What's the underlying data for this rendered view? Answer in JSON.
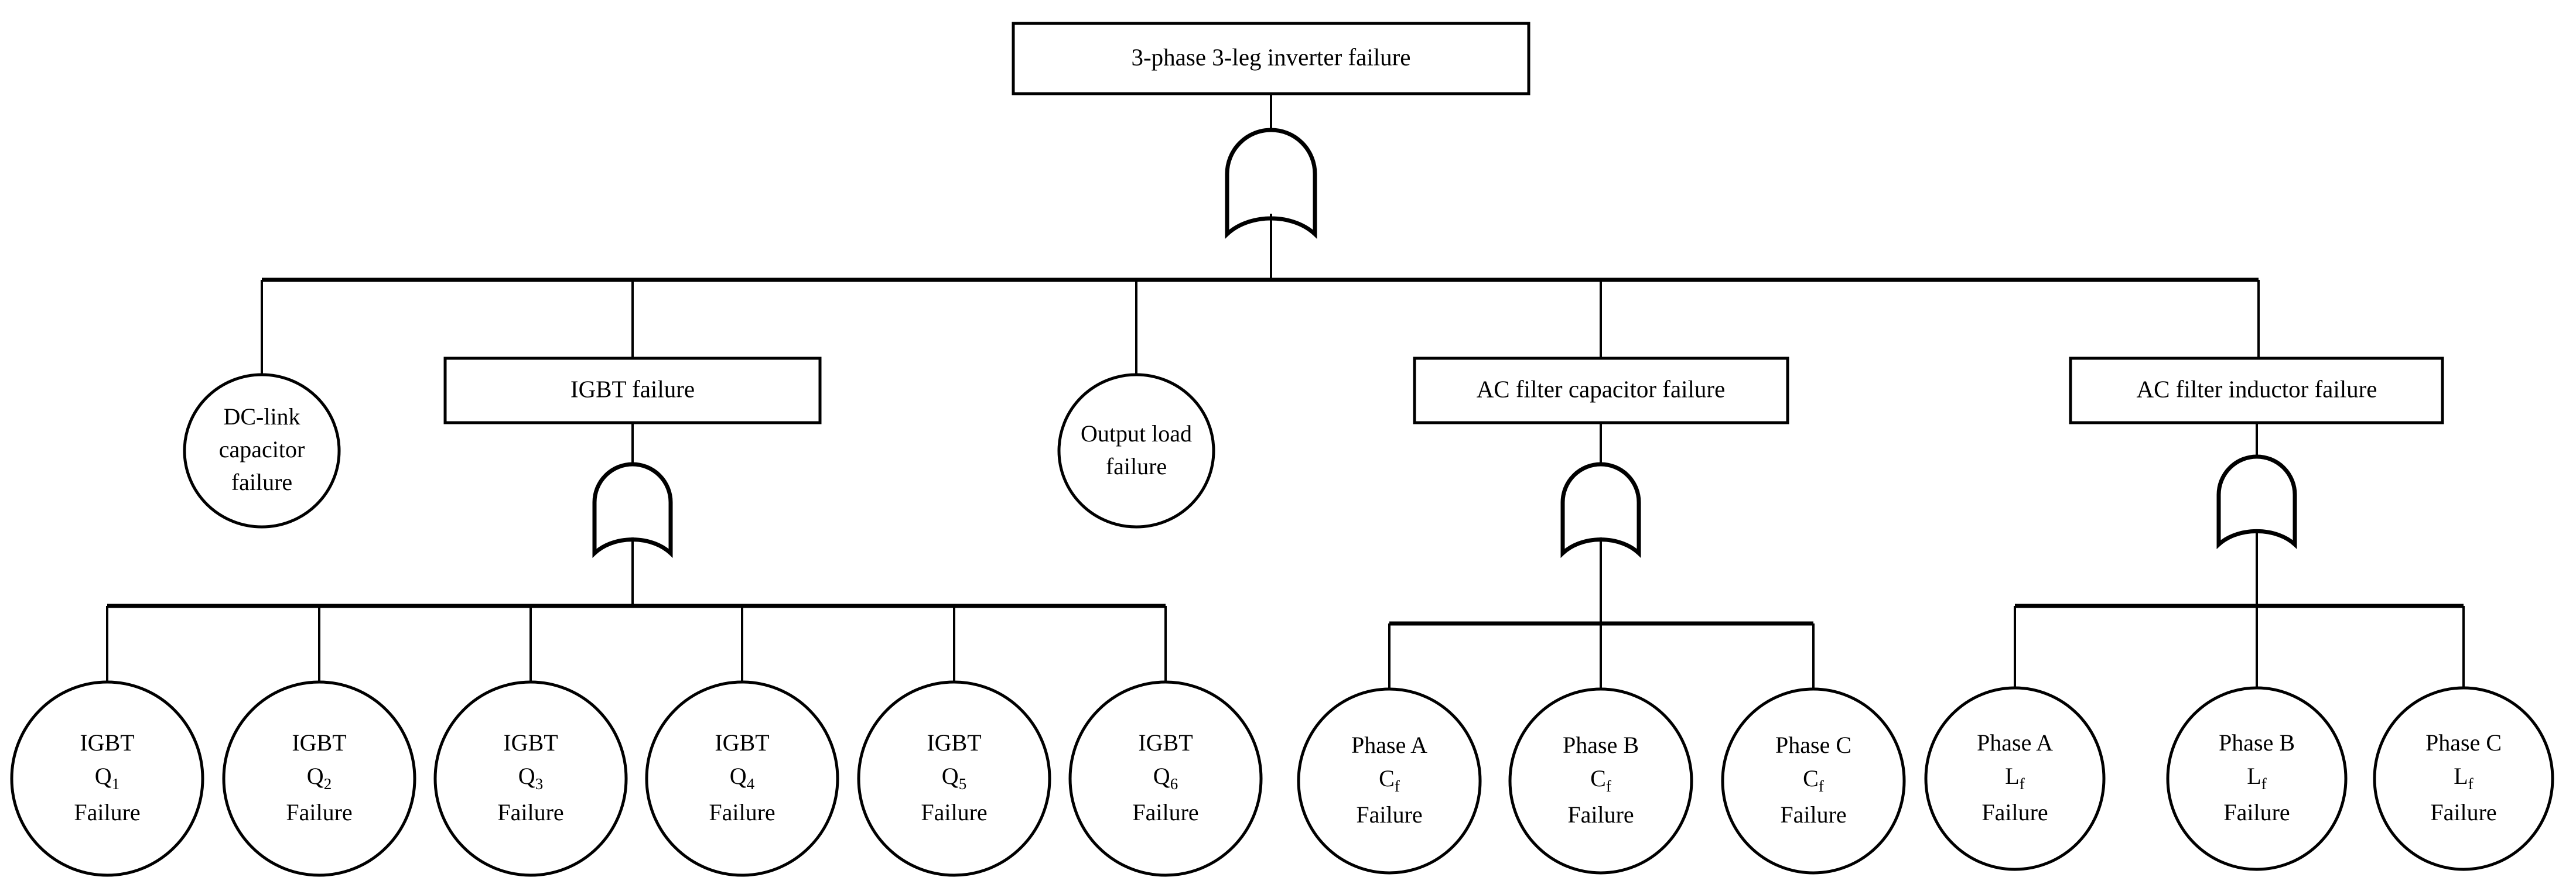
{
  "diagram": {
    "kind": "fault-tree",
    "title": "3-phase 3-leg inverter fault tree",
    "colors": {
      "stroke": "#000000",
      "fill": "#ffffff",
      "background": "#ffffff"
    }
  },
  "top_event": {
    "label": "3-phase 3-leg inverter failure",
    "shape": "rectangle"
  },
  "gates": [
    {
      "name": "top-or-gate",
      "type": "OR",
      "parent": "3-phase 3-leg inverter failure"
    },
    {
      "name": "igbt-or-gate",
      "type": "OR",
      "parent": "IGBT failure"
    },
    {
      "name": "capacitor-or-gate",
      "type": "OR",
      "parent": "AC filter capacitor failure"
    },
    {
      "name": "inductor-or-gate",
      "type": "OR",
      "parent": "AC filter inductor failure"
    }
  ],
  "level2": [
    {
      "label": "DC-link capacitor failure",
      "lines": [
        "DC-link",
        "capacitor",
        "failure"
      ],
      "shape": "circle",
      "has_children": false
    },
    {
      "label": "IGBT failure",
      "lines": [
        "IGBT failure"
      ],
      "shape": "rectangle",
      "has_children": true
    },
    {
      "label": "Output load failure",
      "lines": [
        "Output load",
        "failure"
      ],
      "shape": "circle",
      "has_children": false
    },
    {
      "label": "AC filter capacitor failure",
      "lines": [
        "AC filter capacitor failure"
      ],
      "shape": "rectangle",
      "has_children": true
    },
    {
      "label": "AC filter inductor failure",
      "lines": [
        "AC filter inductor failure"
      ],
      "shape": "rectangle",
      "has_children": true
    }
  ],
  "igbt_children": [
    {
      "line1": "IGBT",
      "base": "Q",
      "sub": "1",
      "line3": "Failure"
    },
    {
      "line1": "IGBT",
      "base": "Q",
      "sub": "2",
      "line3": "Failure"
    },
    {
      "line1": "IGBT",
      "base": "Q",
      "sub": "3",
      "line3": "Failure"
    },
    {
      "line1": "IGBT",
      "base": "Q",
      "sub": "4",
      "line3": "Failure"
    },
    {
      "line1": "IGBT",
      "base": "Q",
      "sub": "5",
      "line3": "Failure"
    },
    {
      "line1": "IGBT",
      "base": "Q",
      "sub": "6",
      "line3": "Failure"
    }
  ],
  "capacitor_children": [
    {
      "line1": "Phase A",
      "base": "C",
      "sub": "f",
      "line3": "Failure"
    },
    {
      "line1": "Phase B",
      "base": "C",
      "sub": "f",
      "line3": "Failure"
    },
    {
      "line1": "Phase C",
      "base": "C",
      "sub": "f",
      "line3": "Failure"
    }
  ],
  "inductor_children": [
    {
      "line1": "Phase A",
      "base": "L",
      "sub": "f",
      "line3": "Failure"
    },
    {
      "line1": "Phase B",
      "base": "L",
      "sub": "f",
      "line3": "Failure"
    },
    {
      "line1": "Phase C",
      "base": "L",
      "sub": "f",
      "line3": "Failure"
    }
  ]
}
